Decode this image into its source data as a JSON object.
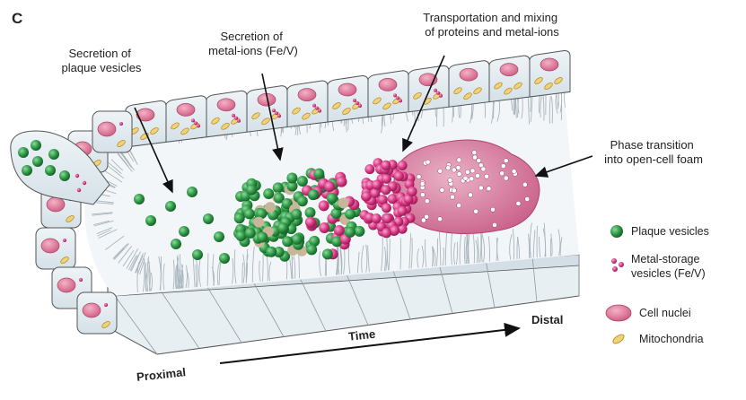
{
  "panel_letter": "C",
  "annotations": {
    "plaque_secretion": [
      "Secretion of",
      "plaque vesicles"
    ],
    "metal_secretion": [
      "Secretion of",
      "metal-ions (Fe/V)"
    ],
    "transport": [
      "Transportation and mixing",
      "of proteins and metal-ions"
    ],
    "phase": [
      "Phase transition",
      "into open-cell foam"
    ]
  },
  "axis": {
    "time": "Time",
    "proximal": "Proximal",
    "distal": "Distal"
  },
  "legend": [
    {
      "label": [
        "Plaque vesicles"
      ],
      "icon": "green-sphere-icon"
    },
    {
      "label": [
        "Metal-storage",
        "vesicles (Fe/V)"
      ],
      "icon": "metal-vesicle-icon"
    },
    {
      "label": [
        "Cell nuclei"
      ],
      "icon": "cell-nucleus-icon"
    },
    {
      "label": [
        "Mitochondria"
      ],
      "icon": "mitochondrion-icon"
    }
  ],
  "colors": {
    "plaque_green": "#2e9a46",
    "metal_magenta": "#d6337f",
    "nucleus_pink": "#e0789a",
    "mito_yellow": "#e8c04a",
    "cell_fill": "#e6eef2",
    "foam_pink": "#d98aa8"
  }
}
